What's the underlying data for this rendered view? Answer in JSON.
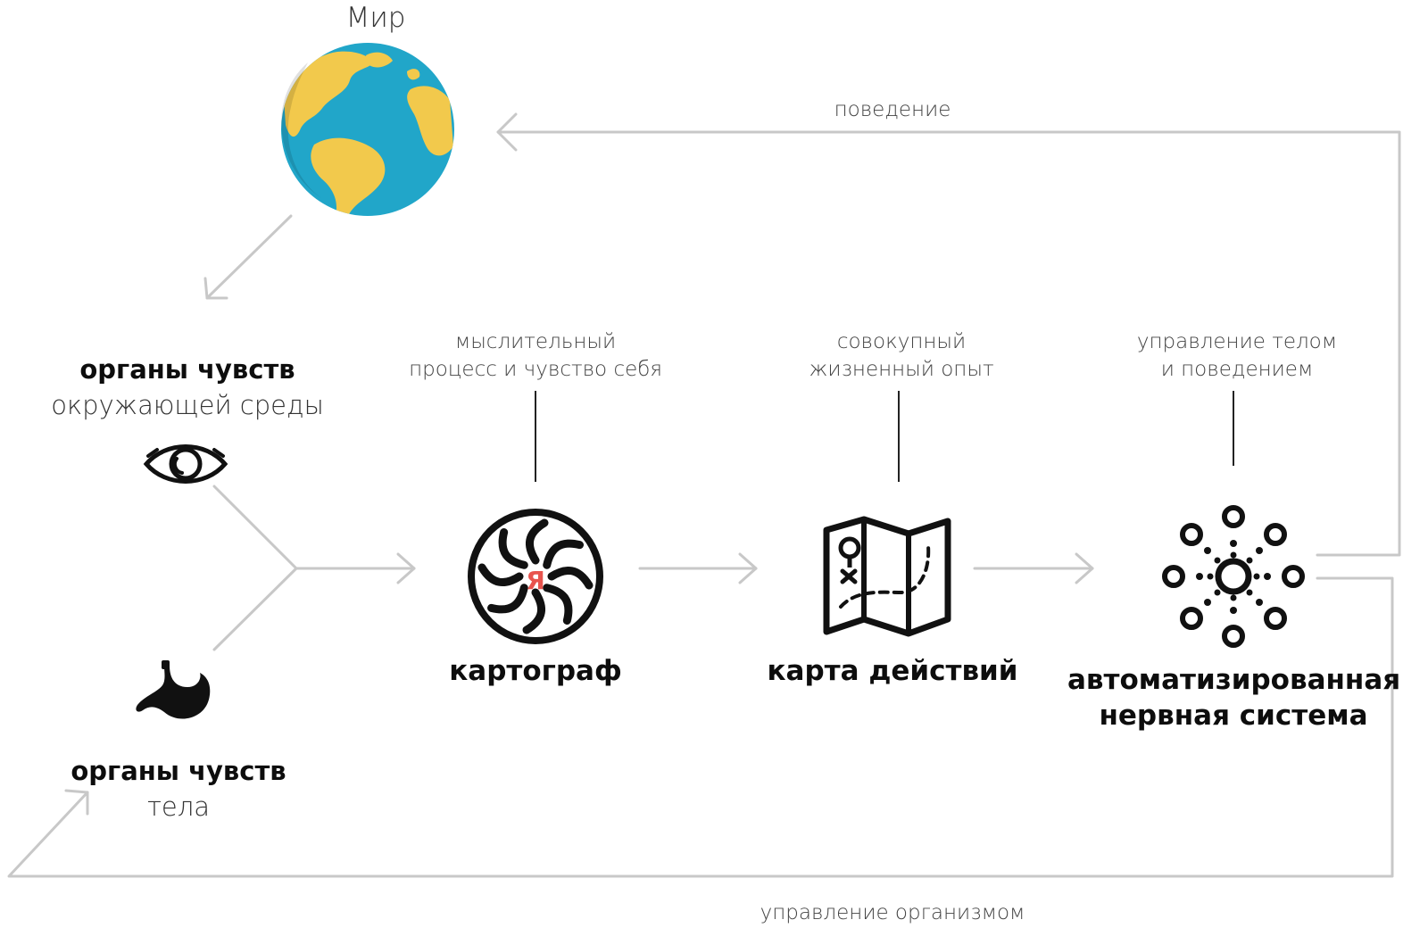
{
  "world": {
    "label": "Мир",
    "icon": "globe-icon"
  },
  "loop": {
    "behavior_label": "поведение",
    "organism_label": "управление организмом"
  },
  "env_senses": {
    "title": "органы чувств",
    "subtitle": "окружающей среды",
    "icon": "eye-icon"
  },
  "body_senses": {
    "title": "органы чувств",
    "subtitle": "тела",
    "icon": "stomach-icon"
  },
  "mapmaker": {
    "note_line1": "мыслительный",
    "note_line2": "процесс и чувство себя",
    "name": "картограф",
    "badge": "Я",
    "icon": "vortex-icon",
    "badge_color": "#e8544e"
  },
  "action_map": {
    "note_line1": "совокупный",
    "note_line2": "жизненный опыт",
    "name": "карта действий",
    "icon": "folded-map-icon"
  },
  "ans": {
    "note_line1": "управление телом",
    "note_line2": "и поведением",
    "name_line1": "автоматизированная",
    "name_line2": "нервная система",
    "icon": "network-icon"
  },
  "colors": {
    "arrow": "#c8c8c8",
    "globe_ocean": "#21a6c9",
    "globe_land": "#f2c94c",
    "ink": "#111111"
  }
}
